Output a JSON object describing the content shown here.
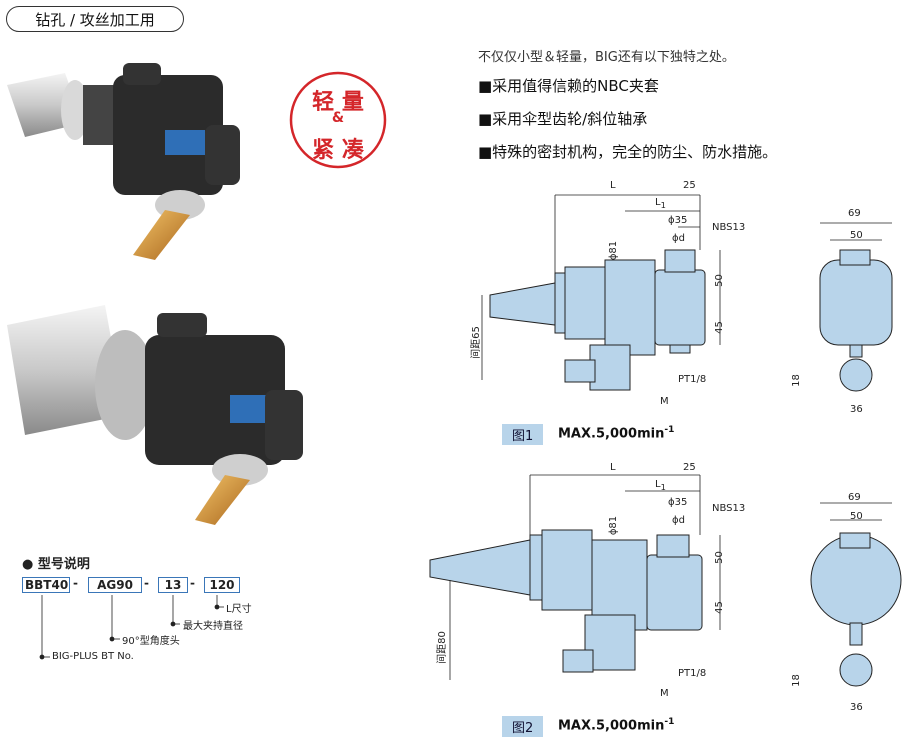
{
  "header": {
    "title": "钻孔 / 攻丝加工用"
  },
  "badge": {
    "line1": "轻 量",
    "amp": "&",
    "line2": "紧 凑"
  },
  "intro": "不仅仅小型＆轻量，BIG还有以下独特之处。",
  "features": [
    "■采用值得信赖的NBC夹套",
    "■采用伞型齿轮/斜位轴承",
    "■特殊的密封机构，完全的防尘、防水措施。"
  ],
  "model": {
    "title": "● 型号说明",
    "parts": [
      "BBT40",
      "AG90",
      "13",
      "120"
    ],
    "separators": [
      "-",
      "-",
      "-"
    ],
    "notes": [
      "L尺寸",
      "最大夹持直径",
      "90°型角度头",
      "BIG-PLUS BT No."
    ]
  },
  "figures": [
    {
      "label": "图1",
      "max": "MAX.5,000min",
      "max_sup": "-1",
      "pitch": "间距65"
    },
    {
      "label": "图2",
      "max": "MAX.5,000min",
      "max_sup": "-1",
      "pitch": "间距80"
    }
  ],
  "dims": {
    "L": "L",
    "L1": "L",
    "L1_sub": "1",
    "d25": "25",
    "phi35": "ϕ35",
    "phid": "ϕd",
    "nbs": "NBS13",
    "phi81": "ϕ81",
    "d50": "50",
    "d45": "45",
    "pt": "PT1/8",
    "M": "M",
    "w69": "69",
    "w50": "50",
    "h18": "18",
    "w36": "36"
  },
  "colors": {
    "accent_red": "#d4262a",
    "part_blue": "#b8d4ea",
    "box_blue": "#3a76b8"
  }
}
